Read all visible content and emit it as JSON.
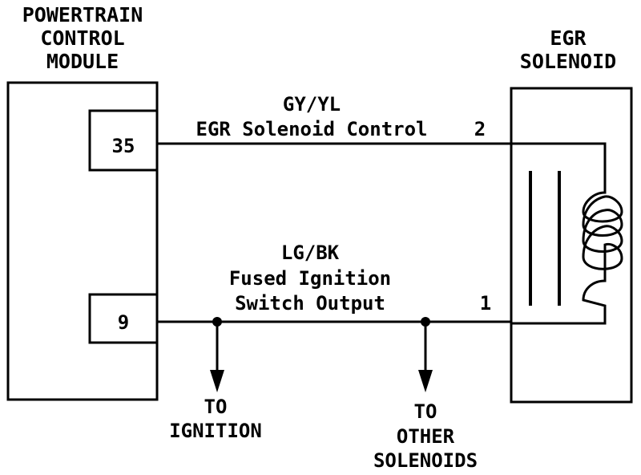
{
  "pcm": {
    "title_lines": [
      "POWERTRAIN",
      "CONTROL",
      "MODULE"
    ],
    "pins": {
      "top": "35",
      "bottom": "9"
    }
  },
  "solenoid": {
    "title_lines": [
      "EGR",
      "SOLENOID"
    ]
  },
  "wires": {
    "control": {
      "color_code": "GY/YL",
      "name": "EGR Solenoid Control",
      "pin": "2"
    },
    "power": {
      "color_code": "LG/BK",
      "name_lines": [
        "Fused Ignition",
        "Switch Output"
      ],
      "pin": "1"
    }
  },
  "branches": {
    "ignition": [
      "TO",
      "IGNITION"
    ],
    "other": [
      "TO",
      "OTHER",
      "SOLENOIDS"
    ]
  }
}
